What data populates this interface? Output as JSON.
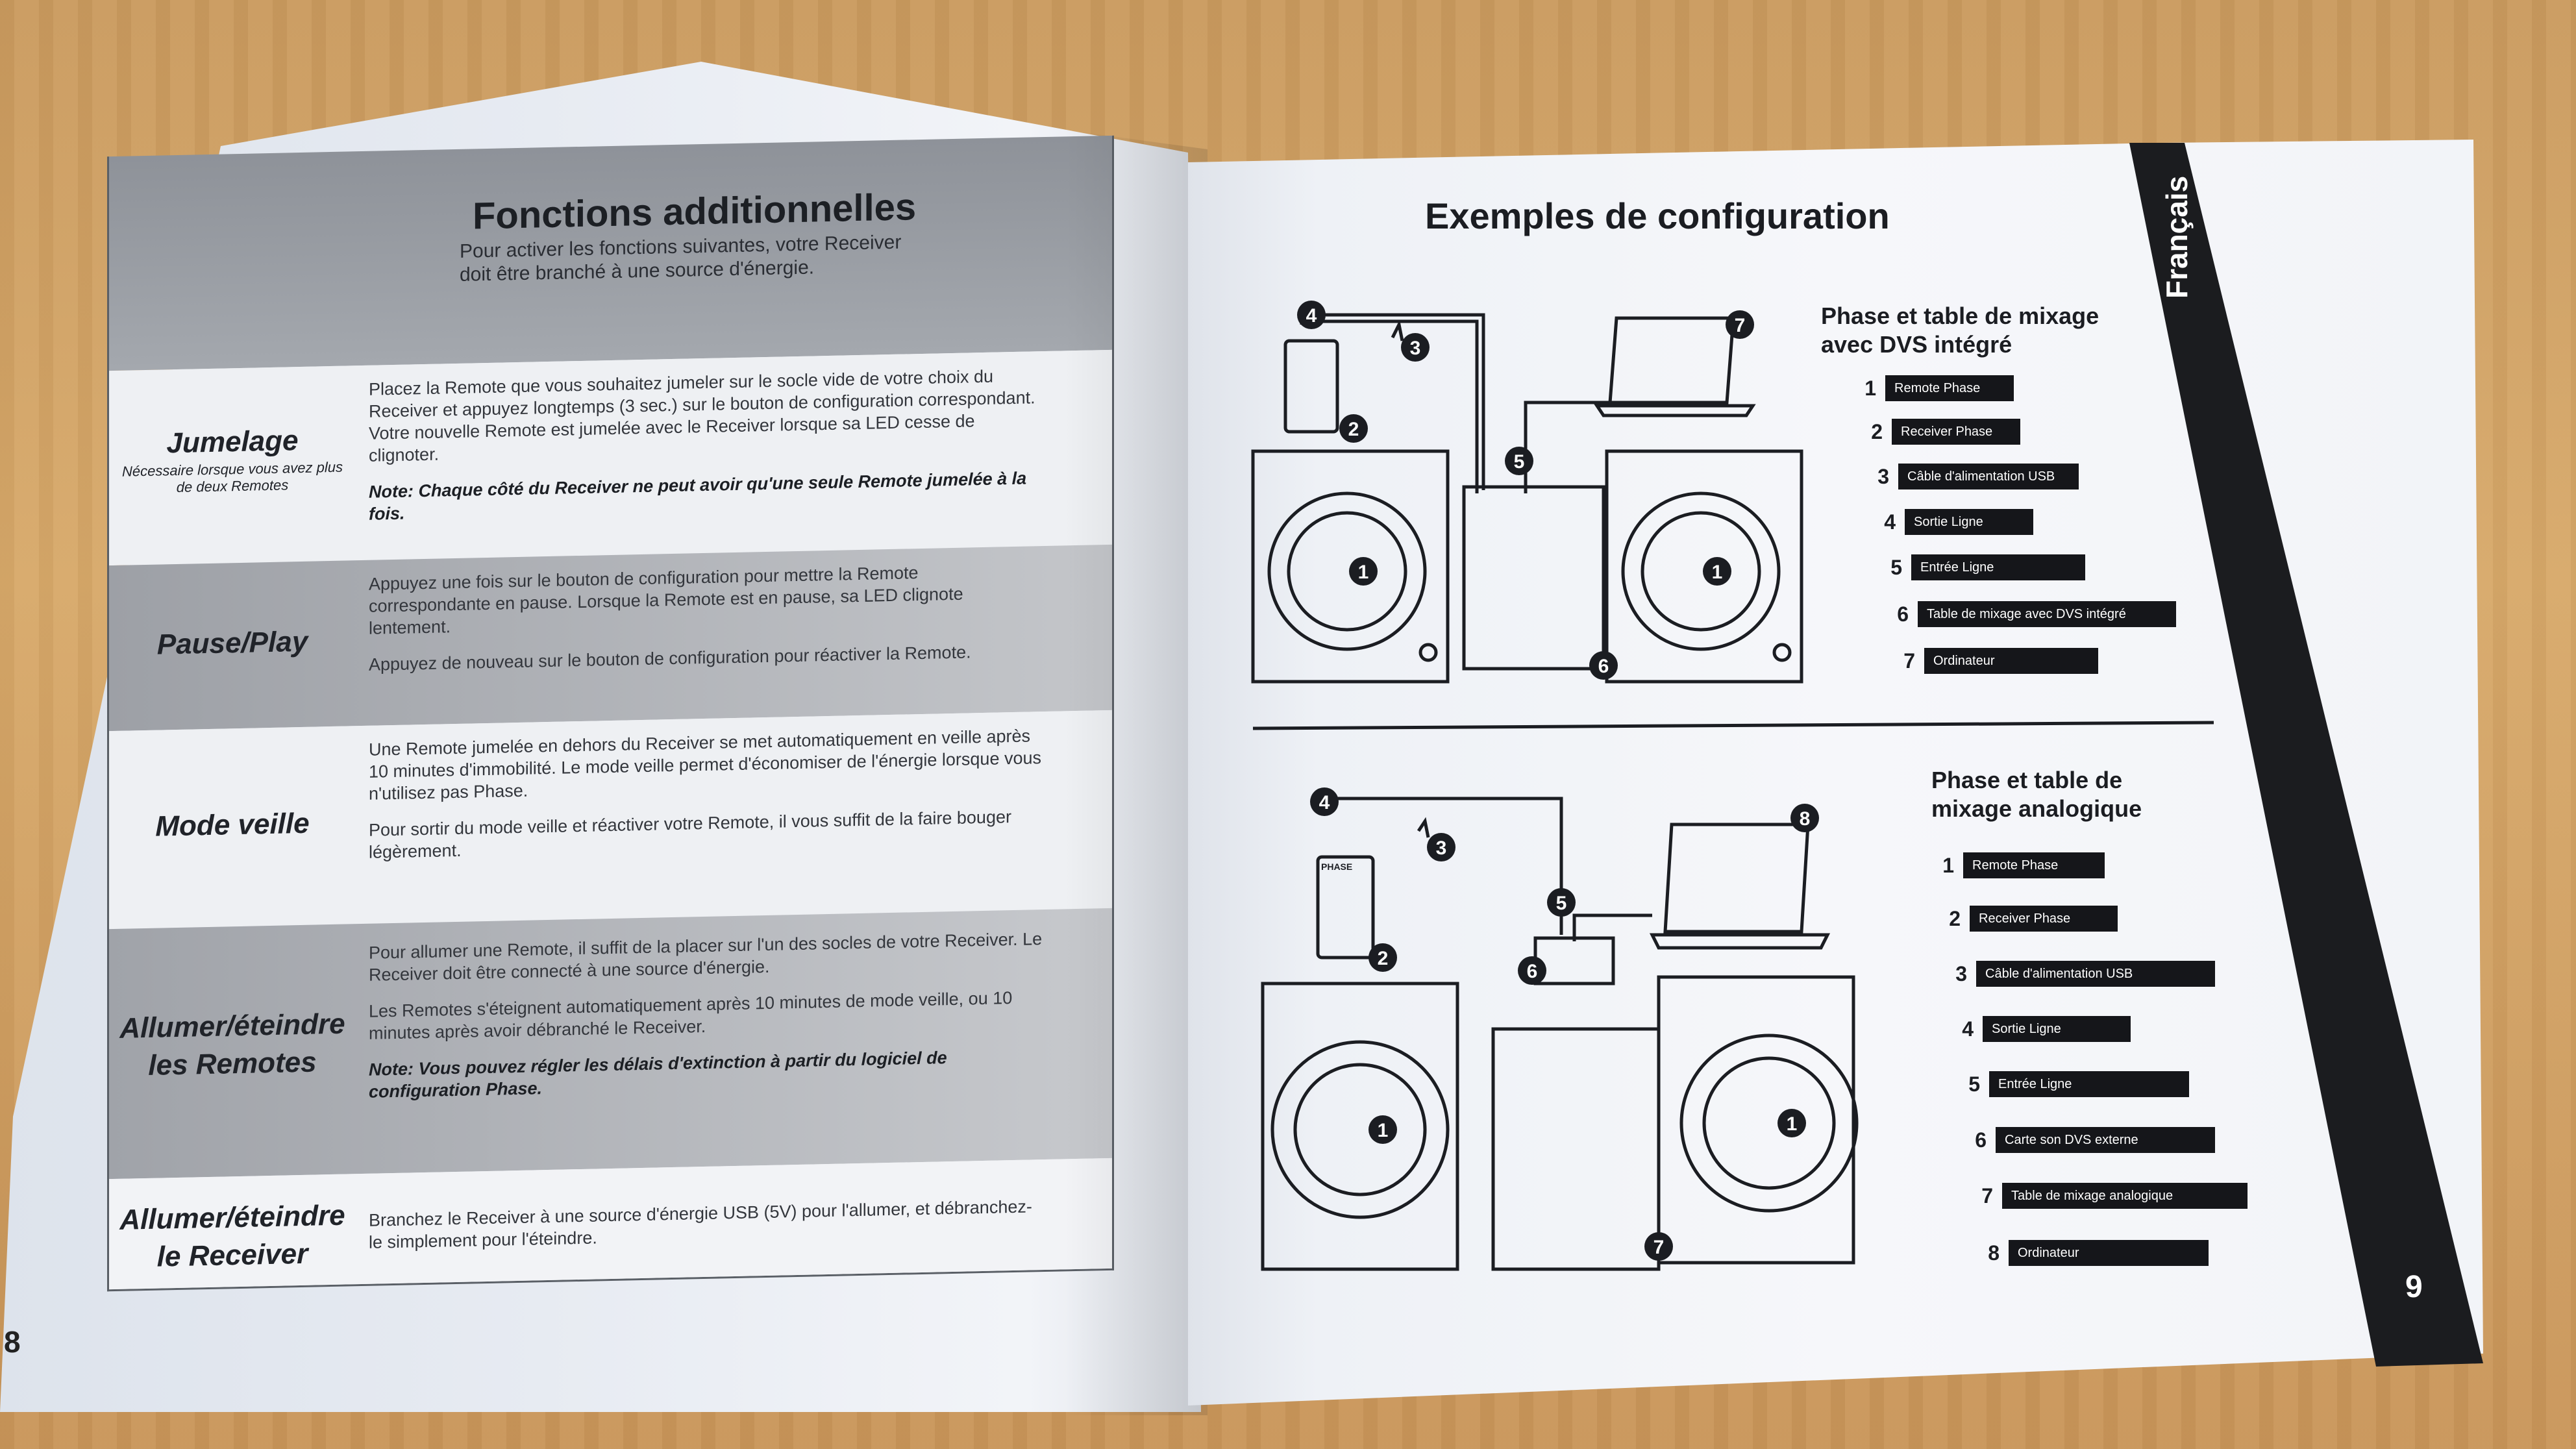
{
  "left_page": {
    "title": "Fonctions additionnelles",
    "intro": "Pour activer les fonctions suivantes, votre Receiver doit être branché à une source d'énergie.",
    "page_number": "8",
    "rows": [
      {
        "label": "Jumelage",
        "sublabel": "Nécessaire lorsque vous avez plus de deux Remotes",
        "paragraphs": [
          "Placez la Remote que vous souhaitez jumeler sur le socle vide de votre choix du Receiver et appuyez longtemps (3 sec.) sur le bouton de configuration correspondant. Votre nouvelle Remote est jumelée avec le Receiver lorsque sa LED cesse de clignoter."
        ],
        "note": "Note: Chaque côté du Receiver ne peut avoir qu'une seule Remote jumelée à la fois."
      },
      {
        "label": "Pause/Play",
        "sublabel": "",
        "paragraphs": [
          "Appuyez une fois sur le bouton de configuration pour mettre la Remote correspondante en pause. Lorsque la Remote est en pause, sa LED clignote lentement.",
          "Appuyez de nouveau sur le bouton de configuration pour réactiver la Remote."
        ],
        "note": ""
      },
      {
        "label": "Mode veille",
        "sublabel": "",
        "paragraphs": [
          "Une Remote jumelée en dehors du Receiver se met automatiquement en veille après 10 minutes d'immobilité. Le mode veille permet d'économiser de l'énergie lorsque vous n'utilisez pas Phase.",
          "Pour sortir du mode veille et réactiver votre Remote, il vous suffit de la faire bouger légèrement."
        ],
        "note": ""
      },
      {
        "label": "Allumer/éteindre les Remotes",
        "sublabel": "",
        "paragraphs": [
          "Pour allumer une Remote, il suffit de la placer sur l'un des socles de votre Receiver. Le Receiver doit être connecté à une source d'énergie.",
          "Les Remotes s'éteignent automatiquement après 10 minutes de mode veille, ou 10 minutes après avoir débranché le Receiver."
        ],
        "note": "Note: Vous pouvez régler les délais d'extinction à partir du logiciel de configuration Phase."
      },
      {
        "label": "Allumer/éteindre le Receiver",
        "sublabel": "",
        "paragraphs": [
          "Branchez le Receiver à une source d'énergie USB (5V) pour l'allumer, et débranchez-le simplement pour l'éteindre."
        ],
        "note": ""
      }
    ]
  },
  "right_page": {
    "title": "Exemples de configuration",
    "side_label": "Français",
    "page_number": "9",
    "sections": [
      {
        "title_line1": "Phase et table de mixage",
        "title_line2": "avec DVS intégré",
        "legend": [
          {
            "num": "1",
            "label": "Remote Phase"
          },
          {
            "num": "2",
            "label": "Receiver Phase"
          },
          {
            "num": "3",
            "label": "Câble d'alimentation USB"
          },
          {
            "num": "4",
            "label": "Sortie Ligne"
          },
          {
            "num": "5",
            "label": "Entrée Ligne"
          },
          {
            "num": "6",
            "label": "Table de mixage avec DVS intégré"
          },
          {
            "num": "7",
            "label": "Ordinateur"
          }
        ]
      },
      {
        "title_line1": "Phase et table de",
        "title_line2": "mixage analogique",
        "legend": [
          {
            "num": "1",
            "label": "Remote Phase"
          },
          {
            "num": "2",
            "label": "Receiver Phase"
          },
          {
            "num": "3",
            "label": "Câble d'alimentation USB"
          },
          {
            "num": "4",
            "label": "Sortie Ligne"
          },
          {
            "num": "5",
            "label": "Entrée Ligne"
          },
          {
            "num": "6",
            "label": "Carte son DVS externe"
          },
          {
            "num": "7",
            "label": "Table de mixage analogique"
          },
          {
            "num": "8",
            "label": "Ordinateur"
          }
        ]
      }
    ],
    "receiver_logo": "PHASE",
    "colors": {
      "ink": "#1b1d22",
      "badge": "#15161a",
      "band": "#1b1c1f"
    }
  }
}
